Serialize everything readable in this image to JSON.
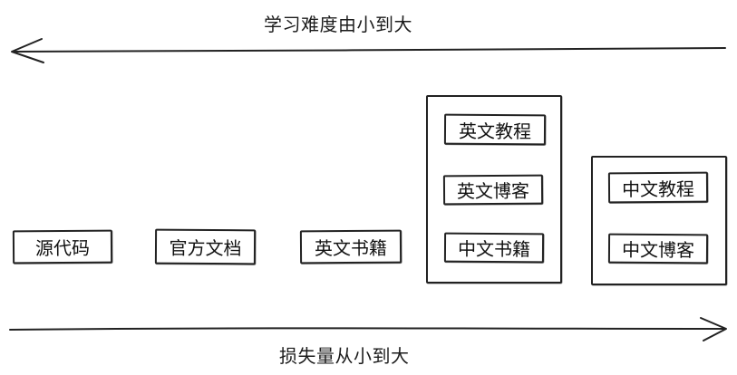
{
  "diagram": {
    "top_axis_label": "学习难度由小到大",
    "bottom_axis_label": "损失量从小到大"
  },
  "boxes": [
    {
      "label": "源代码"
    },
    {
      "label": "官方文档"
    },
    {
      "label": "英文书籍"
    }
  ],
  "groups": [
    {
      "items": [
        {
          "label": "英文教程"
        },
        {
          "label": "英文博客"
        },
        {
          "label": "中文书籍"
        }
      ]
    },
    {
      "items": [
        {
          "label": "中文教程"
        },
        {
          "label": "中文博客"
        }
      ]
    }
  ],
  "colors": {
    "stroke": "#222222",
    "text": "#111111",
    "background": "#ffffff"
  }
}
